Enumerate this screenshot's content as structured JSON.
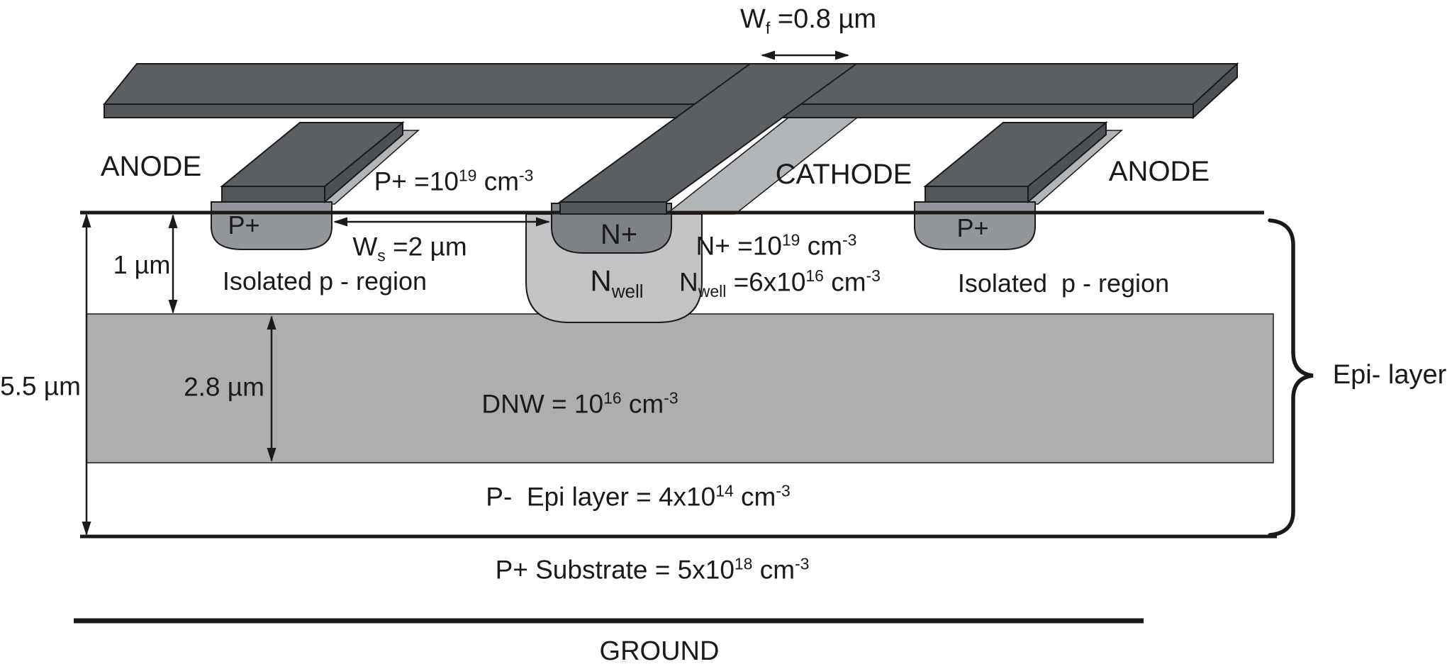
{
  "labels": {
    "wf": "W<sub>f</sub> =0.8 µm",
    "anode_left": "ANODE",
    "p_plus_concentration": "P+ =10<sup>19</sup> cm<sup>-3</sup>",
    "cathode": "CATHODE",
    "anode_right": "ANODE",
    "p_plus_left": "P+",
    "n_plus": "N+",
    "p_plus_right": "P+",
    "ws": "W<sub>s</sub> =2 µm",
    "n_plus_concentration": "N+ =10<sup>19</sup> cm<sup>-3</sup>",
    "depth_1um": "1 µm",
    "isolated_p_left": "Isolated p - region",
    "n_well": "N<sub>well</sub>",
    "n_well_concentration": "N<sub>well</sub> =6x10<sup>16</sup> cm<sup>-3</sup>",
    "isolated_p_right": "Isolated&nbsp; p - region",
    "depth_5_5um": "5.5 µm",
    "depth_2_8um": "2.8 µm",
    "dnw_concentration": "DNW = 10<sup>16</sup> cm<sup>-3</sup>",
    "epi_layer": "Epi- layer",
    "p_epi_layer": "P-&nbsp; Epi layer = 4x10<sup>14</sup> cm<sup>-3</sup>",
    "substrate": "P+ Substrate = 5x10<sup>18</sup> cm<sup>-3</sup>",
    "ground": "GROUND"
  },
  "colors": {
    "metal_top": "#5b5f63",
    "metal_front": "#53575b",
    "metal_side": "#4d5155",
    "shadow_plate": "#b3b6b9",
    "p_plus_diffusion": "#93979b",
    "n_plus_diffusion": "#7e8286",
    "n_well": "#c3c3c6",
    "dnw_layer": "#aeaeb1",
    "ink": "#1c1a19",
    "background": "#ffffff"
  }
}
